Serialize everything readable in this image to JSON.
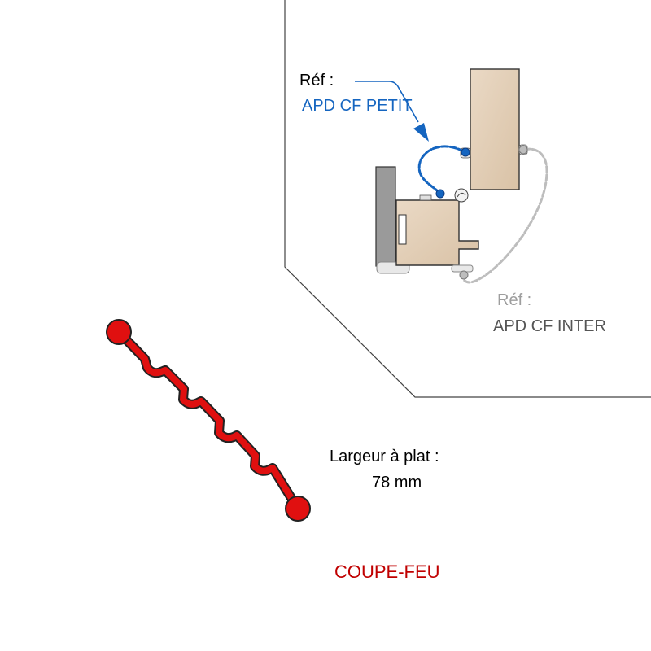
{
  "callout_petit": {
    "ref_label": "Réf :",
    "ref_value": "APD CF PETIT",
    "color": "#1565c0"
  },
  "callout_inter": {
    "ref_label": "Réf :",
    "ref_value": "APD CF INTER",
    "label_color": "#9e9e9e",
    "value_color": "#555555"
  },
  "profile": {
    "flat_width_label": "Largeur à plat :",
    "flat_width_value": "78 mm",
    "color": "#e01010"
  },
  "category": {
    "label": "COUPE-FEU",
    "color": "#c00000"
  }
}
